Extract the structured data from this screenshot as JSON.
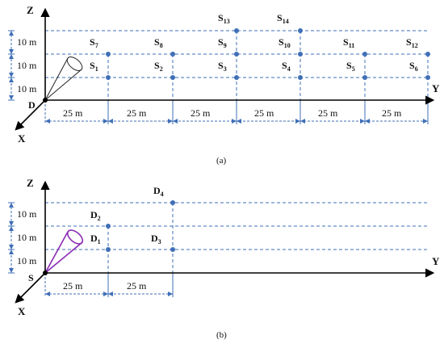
{
  "colors": {
    "guide": "#3f6fb7",
    "point": "#3f6fb7",
    "axis": "#000000",
    "cone_a": "#222222",
    "cone_b": "#8a2bb3"
  },
  "panel_a": {
    "caption": "(a)",
    "axes": {
      "z": "Z",
      "y": "Y",
      "x": "X"
    },
    "origin": {
      "main": "D",
      "sub": ""
    },
    "spacing_z": [
      "10 m",
      "10 m",
      "10 m"
    ],
    "spacing_y": [
      "25 m",
      "25 m",
      "25 m",
      "25 m",
      "25 m",
      "25 m"
    ],
    "sources": [
      {
        "main": "S",
        "sub": "1"
      },
      {
        "main": "S",
        "sub": "2"
      },
      {
        "main": "S",
        "sub": "3"
      },
      {
        "main": "S",
        "sub": "4"
      },
      {
        "main": "S",
        "sub": "5"
      },
      {
        "main": "S",
        "sub": "6"
      },
      {
        "main": "S",
        "sub": "7"
      },
      {
        "main": "S",
        "sub": "8"
      },
      {
        "main": "S",
        "sub": "9"
      },
      {
        "main": "S",
        "sub": "10"
      },
      {
        "main": "S",
        "sub": "11"
      },
      {
        "main": "S",
        "sub": "12"
      },
      {
        "main": "S",
        "sub": "13"
      },
      {
        "main": "S",
        "sub": "14"
      }
    ]
  },
  "panel_b": {
    "caption": "(b)",
    "axes": {
      "z": "Z",
      "y": "Y",
      "x": "X"
    },
    "origin": {
      "main": "S",
      "sub": ""
    },
    "spacing_z": [
      "10 m",
      "10 m",
      "10 m"
    ],
    "spacing_y": [
      "25 m",
      "25 m"
    ],
    "detectors": [
      {
        "main": "D",
        "sub": "1"
      },
      {
        "main": "D",
        "sub": "2"
      },
      {
        "main": "D",
        "sub": "3"
      },
      {
        "main": "D",
        "sub": "4"
      }
    ]
  }
}
